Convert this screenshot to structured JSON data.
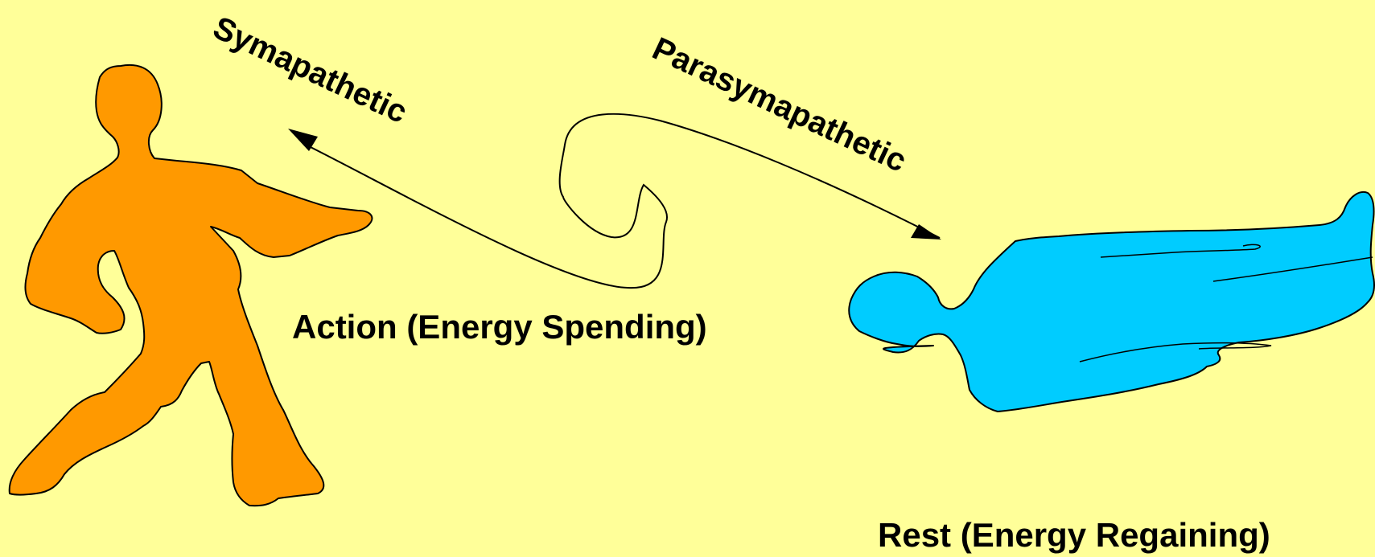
{
  "labels": {
    "sympathetic": "Symapathetic",
    "parasympathetic": "Parasymapathetic",
    "action": "Action (Energy Spending)",
    "rest": "Rest (Energy Regaining)"
  },
  "colors": {
    "background": "#FFFF99",
    "action_figure": "#FF9900",
    "rest_figure": "#00CCFF",
    "outline": "#000000"
  }
}
